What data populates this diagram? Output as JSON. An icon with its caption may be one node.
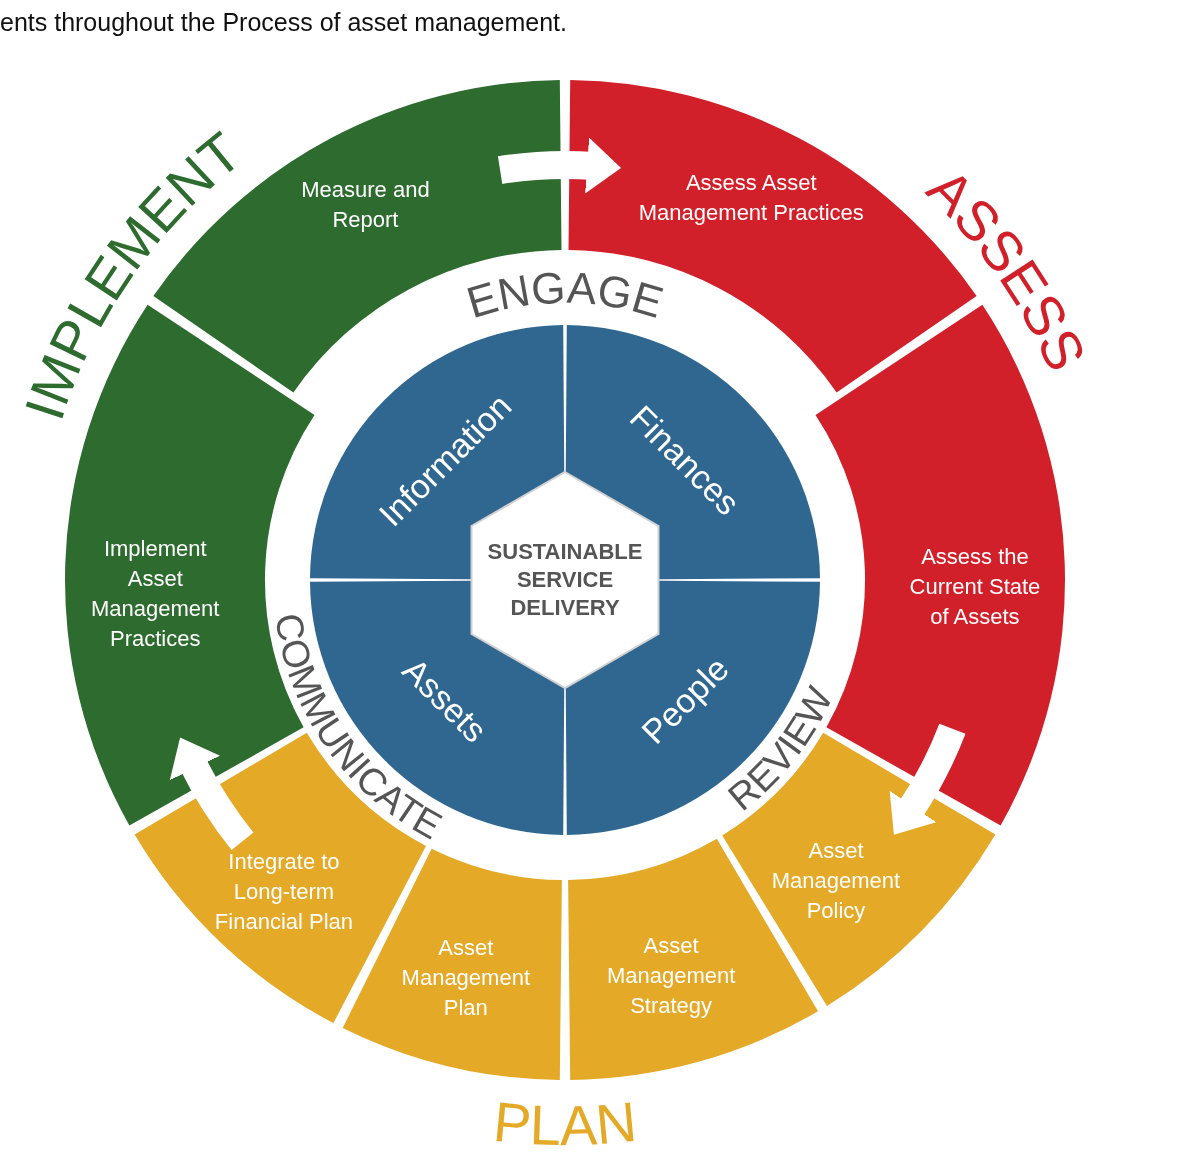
{
  "diagram": {
    "nodes": [
      {
        "text": [
          "Assess Asset Management Practices"
        ]
      },
      {
        "text": [
          "Assess the Current State of Assets"
        ]
      },
      {
        "text": [
          "Asset Management Policy"
        ]
      },
      {
        "text": [
          "Asset Management Strategy"
        ]
      },
      {
        "text": [
          "Asset Management Plan"
        ]
      },
      {
        "text": [
          "Integrate to Long-term Financial Plan"
        ]
      },
      {
        "text": [
          "Implement Asset Management Practices"
        ]
      },
      {
        "text": [
          "Measure and Report"
        ]
      },
      {
        "text": [
          "Information"
        ]
      },
      {
        "text": [
          "Finances"
        ]
      },
      {
        "text": [
          "People"
        ]
      },
      {
        "text": [
          "Assets"
        ]
      },
      {
        "text": [
          "SUSTAINABLE SERVICE DELIVERY"
        ]
      }
    ],
    "edges": [
      {
        "from": 7,
        "to": 0,
        "arrow": "to"
      },
      {
        "from": 1,
        "to": 2,
        "arrow": "to"
      },
      {
        "from": 5,
        "to": 6,
        "arrow": "to"
      }
    ],
    "labels": [
      "ents throughout the Process of asset management.",
      "IMPLEMENT",
      "ENGAGE",
      "ASSESS",
      "COMMUNICATE",
      "REVIEW",
      "PLAN"
    ]
  }
}
